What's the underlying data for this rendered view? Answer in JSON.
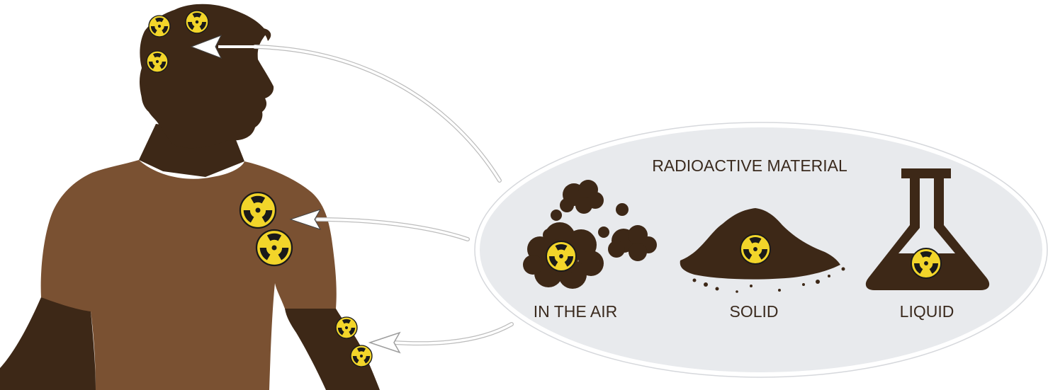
{
  "panel": {
    "title": "RADIOACTIVE MATERIAL",
    "forms": [
      {
        "label": "IN THE AIR",
        "icon": "dust-cloud-icon"
      },
      {
        "label": "SOLID",
        "icon": "soil-pile-icon"
      },
      {
        "label": "LIQUID",
        "icon": "lab-flask-icon"
      }
    ]
  },
  "colors": {
    "skin": "#3d2817",
    "shirt": "#7a5132",
    "material": "#3d2817",
    "hazard_yellow": "#f2d52a",
    "hazard_black": "#1a1a1a",
    "panel_fill": "#e8eaed",
    "panel_border": "#ffffff",
    "arrow": "#ffffff",
    "arrow_outline": "#bdbdbd"
  },
  "person": {
    "icon": "person-silhouette-icon",
    "contamination": [
      {
        "region": "head",
        "symbols": 3
      },
      {
        "region": "shoulder",
        "symbols": 2
      },
      {
        "region": "arm",
        "symbols": 2
      }
    ]
  }
}
